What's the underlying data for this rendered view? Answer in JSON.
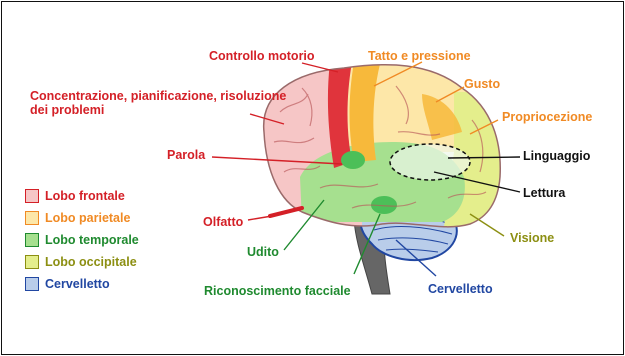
{
  "colors": {
    "frontal_fill": "#f6c6c6",
    "frontal_stroke": "#d42027",
    "parietal_fill": "#fde7a8",
    "parietal_stroke": "#f08a24",
    "temporal_fill": "#a6e08f",
    "temporal_stroke": "#1f8a2f",
    "occipital_fill": "#e4ee8c",
    "occipital_stroke": "#8c8f12",
    "cerebellum_fill": "#b9cdea",
    "cerebellum_stroke": "#2147a2",
    "motor_strip": "#e0343c",
    "sensory_strip": "#f7b93b",
    "stem": "#666666"
  },
  "labels": {
    "motor": "Controllo motorio",
    "touch": "Tatto e pressione",
    "planning": "Concentrazione, pianificazione, risoluzione dei problemi",
    "taste": "Gusto",
    "proprioception": "Propriocezione",
    "speech": "Parola",
    "language": "Linguaggio",
    "reading": "Lettura",
    "smell": "Olfatto",
    "vision": "Visione",
    "hearing": "Udito",
    "face_recognition": "Riconoscimento facciale",
    "cerebellum": "Cervelletto"
  },
  "legend": [
    {
      "label": "Lobo frontale",
      "fill": "#f6c6c6",
      "stroke": "#d42027",
      "text_color": "#d42027"
    },
    {
      "label": "Lobo parietale",
      "fill": "#fde7a8",
      "stroke": "#f08a24",
      "text_color": "#f08a24"
    },
    {
      "label": "Lobo temporale",
      "fill": "#a6e08f",
      "stroke": "#1f8a2f",
      "text_color": "#1f8a2f"
    },
    {
      "label": "Lobo occipitale",
      "fill": "#e4ee8c",
      "stroke": "#8c8f12",
      "text_color": "#8c8f12"
    },
    {
      "label": "Cervelletto",
      "fill": "#b9cdea",
      "stroke": "#2147a2",
      "text_color": "#2147a2"
    }
  ]
}
